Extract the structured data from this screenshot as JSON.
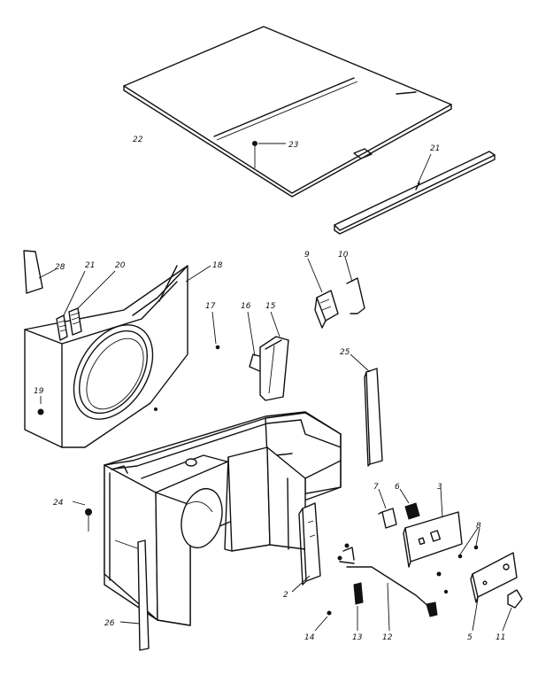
{
  "callouts": {
    "c22": "22",
    "c23": "23",
    "c21a": "21",
    "c28": "28",
    "c21b": "21",
    "c20": "20",
    "c18": "18",
    "c17": "17",
    "c16": "16",
    "c15": "15",
    "c19": "19",
    "c9": "9",
    "c10": "10",
    "c25": "25",
    "c7": "7",
    "c6": "6",
    "c3": "3",
    "c8": "8",
    "c24": "24",
    "c26": "26",
    "c2": "2",
    "c14": "14",
    "c13": "13",
    "c12": "12",
    "c5": "5",
    "c11": "11"
  }
}
